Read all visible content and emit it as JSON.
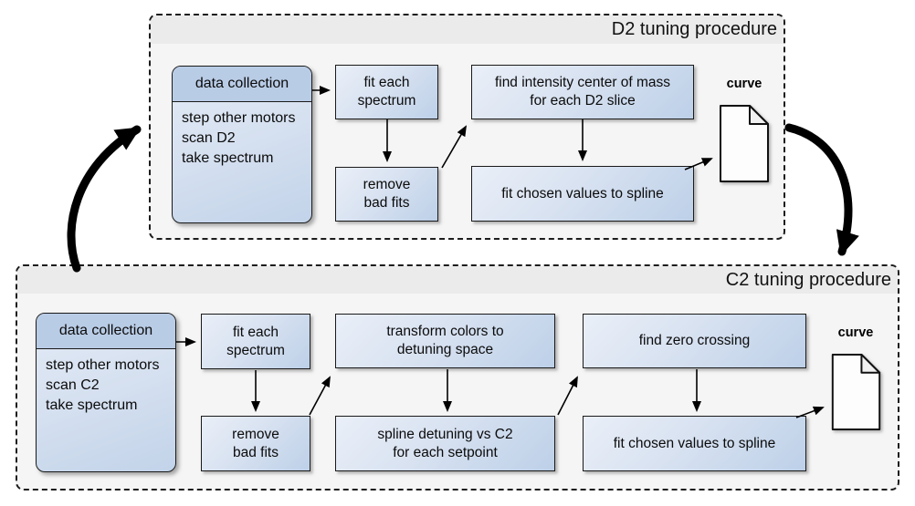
{
  "colors": {
    "box_gradient_top": "#eaeff8",
    "box_gradient_bottom": "#bdd0e8",
    "collection_header_fill": "#b9cce6",
    "container_fill": "#f5f5f5",
    "container_band_fill": "#ebebeb",
    "border": "#1a1a1a",
    "arrow": "#000000",
    "document_fill": "#fdfdfd"
  },
  "d2": {
    "title": "D2 tuning procedure",
    "collection": {
      "header": "data collection",
      "body": "step other motors\nscan D2\ntake spectrum"
    },
    "boxes": {
      "fit_each": "fit each\nspectrum",
      "remove_bad": "remove\nbad fits",
      "find_com": "find intensity center of mass\nfor each D2 slice",
      "fit_spline": "fit chosen values to spline"
    },
    "output_label": "curve"
  },
  "c2": {
    "title": "C2 tuning procedure",
    "collection": {
      "header": "data collection",
      "body": "step other motors\nscan C2\ntake spectrum"
    },
    "boxes": {
      "fit_each": "fit each\nspectrum",
      "remove_bad": "remove\nbad fits",
      "transform": "transform colors to\ndetuning space",
      "spline_detuning": "spline detuning vs C2\nfor each setpoint",
      "find_zero": "find zero crossing",
      "fit_spline": "fit chosen values to spline"
    },
    "output_label": "curve"
  }
}
